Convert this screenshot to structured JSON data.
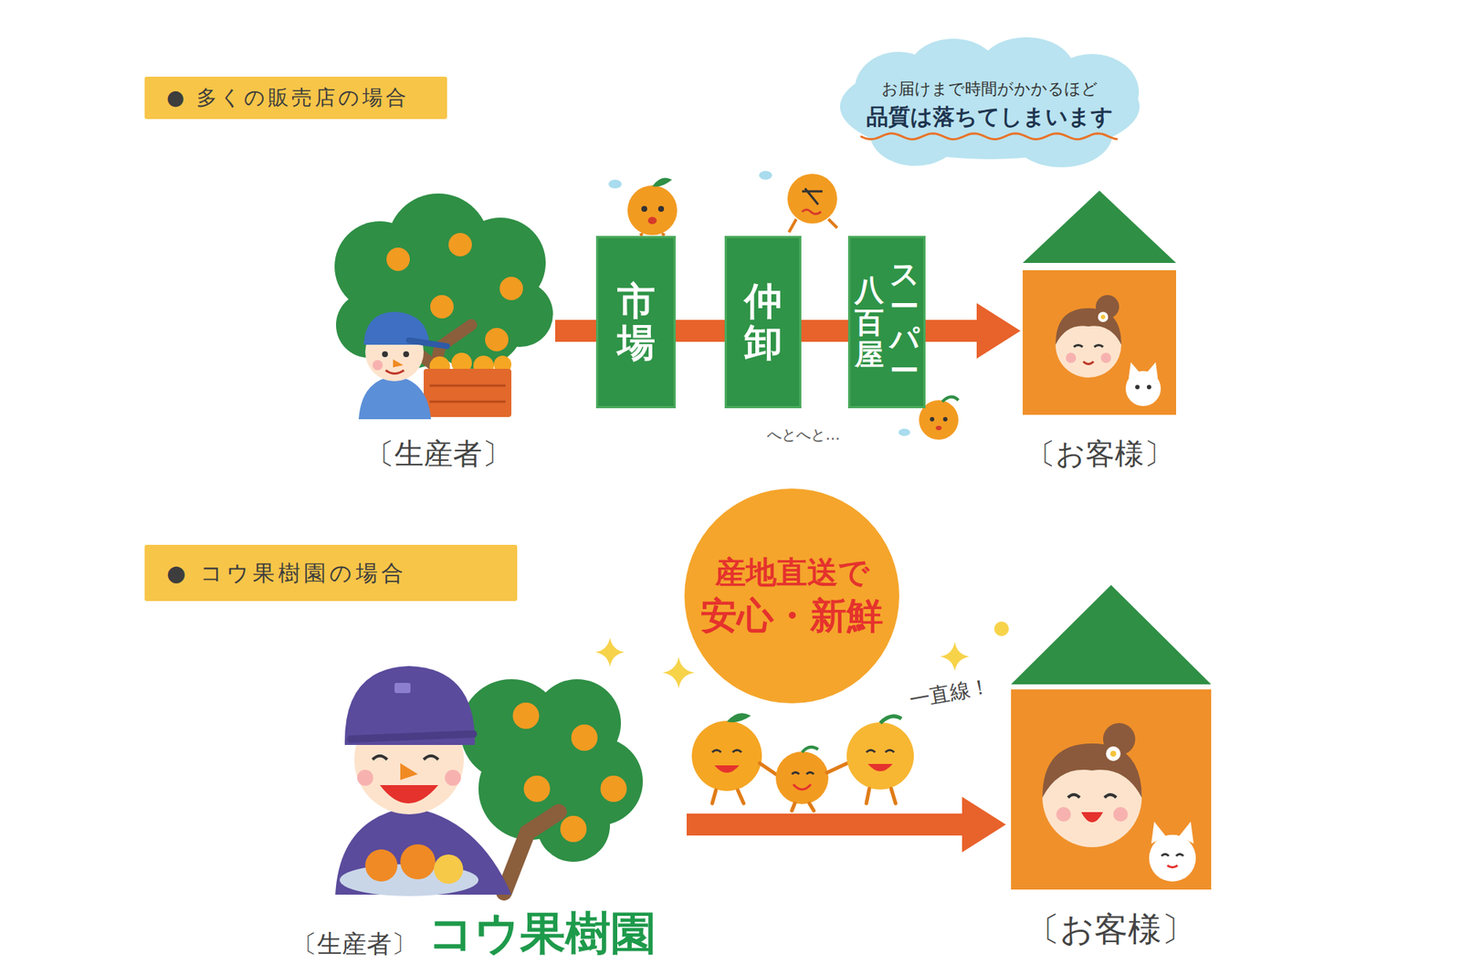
{
  "diagram": {
    "nodes": [
      {
        "text": [
          "● 多くの販売店の場合"
        ]
      },
      {
        "text": [
          "お届けまで時間がかかるほど",
          "品質は落ちてしまいます"
        ]
      },
      {
        "text": [
          "〔生産者〕"
        ]
      },
      {
        "text": [
          "市場"
        ]
      },
      {
        "text": [
          "仲卸"
        ]
      },
      {
        "text": [
          "スーパー",
          "八百屋"
        ]
      },
      {
        "text": [
          "〔お客様〕"
        ]
      },
      {
        "text": [
          "● コウ果樹園の場合"
        ]
      },
      {
        "text": [
          "産地直送で",
          "安心・新鮮"
        ]
      },
      {
        "text": [
          "〔生産者〕",
          "コウ果樹園"
        ]
      },
      {
        "text": [
          "〔お客様〕"
        ]
      }
    ],
    "edges": [
      {
        "from": 2,
        "to": 3,
        "arrow": "none"
      },
      {
        "from": 3,
        "to": 4,
        "arrow": "none"
      },
      {
        "from": 4,
        "to": 5,
        "arrow": "none"
      },
      {
        "from": 5,
        "to": 6,
        "arrow": "to"
      },
      {
        "from": 9,
        "to": 10,
        "arrow": "to"
      }
    ],
    "labels": [
      "へとへと…",
      "一直線！"
    ]
  }
}
